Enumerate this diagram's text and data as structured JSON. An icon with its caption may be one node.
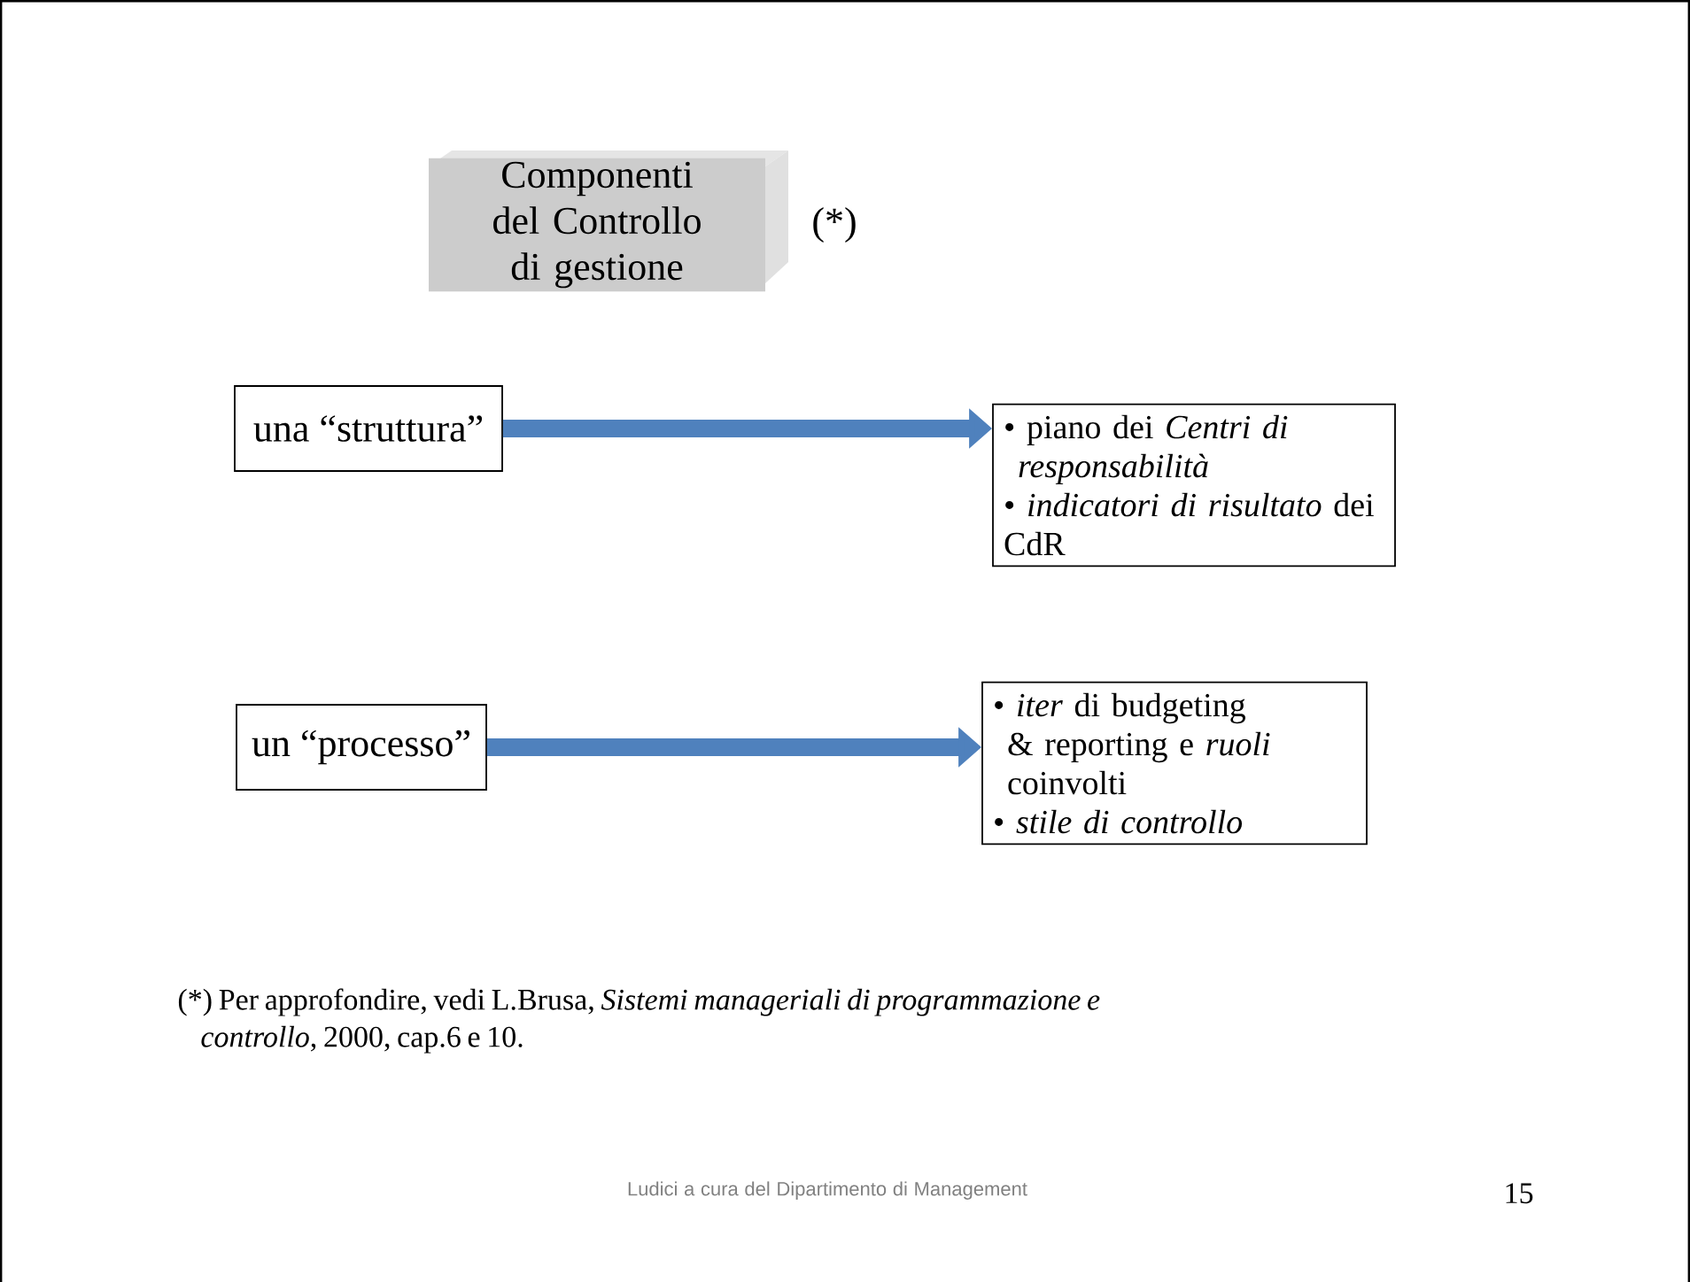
{
  "diagram": {
    "nodes": [
      {
        "text": [
          "Componenti del Controllo di gestione"
        ],
        "beside": [
          "(*)"
        ]
      },
      {
        "text": [
          "una “struttura”"
        ]
      },
      {
        "text": [
          "• piano dei *Centri di responsabilità*",
          "• *indicatori di risultato* dei CdR"
        ]
      },
      {
        "text": [
          "un “processo”"
        ]
      },
      {
        "text": [
          "• *iter* di budgeting & reporting e *ruoli* coinvolti",
          "• *stile di controllo*"
        ]
      }
    ],
    "edges": [
      {
        "from": 1,
        "to": 2,
        "arrow": "to"
      },
      {
        "from": 3,
        "to": 4,
        "arrow": "to"
      }
    ],
    "labels": [
      "(*) Per approfondire, vedi L.Brusa, *Sistemi manageriali di programmazione e controllo*, 2000, cap.6 e 10.",
      "Ludici a cura del Dipartimento di Management",
      "15"
    ]
  }
}
